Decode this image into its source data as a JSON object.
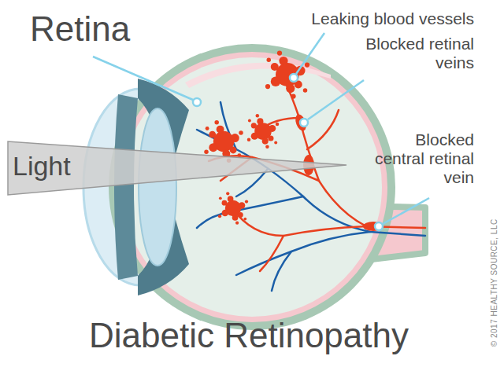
{
  "diagram": {
    "title": "Diabetic Retinopathy",
    "labels": [
      "Retina",
      "Leaking blood vessels",
      "Blocked retinal veins",
      "Light",
      "Blocked central retinal vein",
      "© 2017 HEALTHY SOURCE, LLC"
    ]
  }
}
